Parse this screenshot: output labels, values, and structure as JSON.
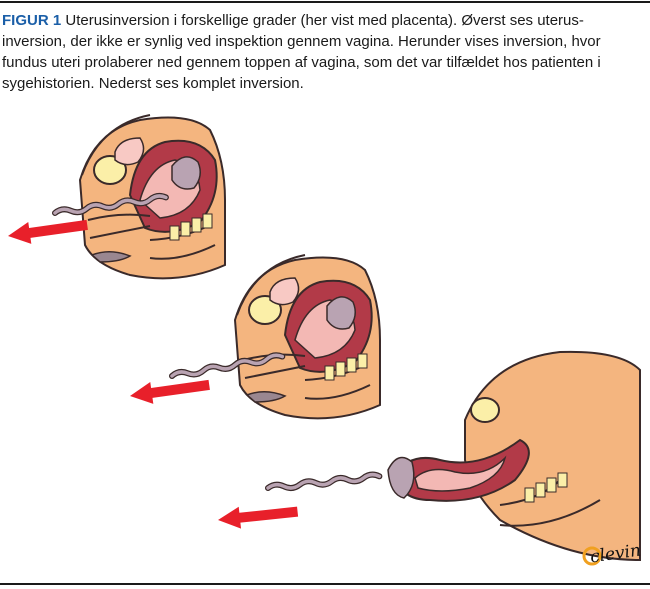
{
  "figure": {
    "label": "FIGUR 1",
    "caption": " Uterusinversion i forskellige grader (her vist med placenta). Øverst ses uterus-inversion, der ikke er synlig ved inspektion gennem vagina. Herunder vises inversion, hvor fundus uteri prolaberer ned gennem toppen af vagina, som det var tilfældet hos patienten i sygehistorien. Nederst ses komplet inversion."
  },
  "illustrations": [
    {
      "name": "inversion-stage-1",
      "arrow_color": "#e8202a"
    },
    {
      "name": "inversion-stage-2",
      "arrow_color": "#e8202a"
    },
    {
      "name": "inversion-stage-3",
      "arrow_color": "#e8202a"
    }
  ],
  "colors": {
    "skin": "#f4b57f",
    "uterus": "#b23a48",
    "uterus_inner": "#f3b8b4",
    "placenta": "#b9a3b2",
    "bone": "#fbefa8",
    "arrow": "#e8202a",
    "label_blue": "#1b5fa8"
  },
  "signature": "clevin",
  "signature_logo": "artist-signature-logo"
}
